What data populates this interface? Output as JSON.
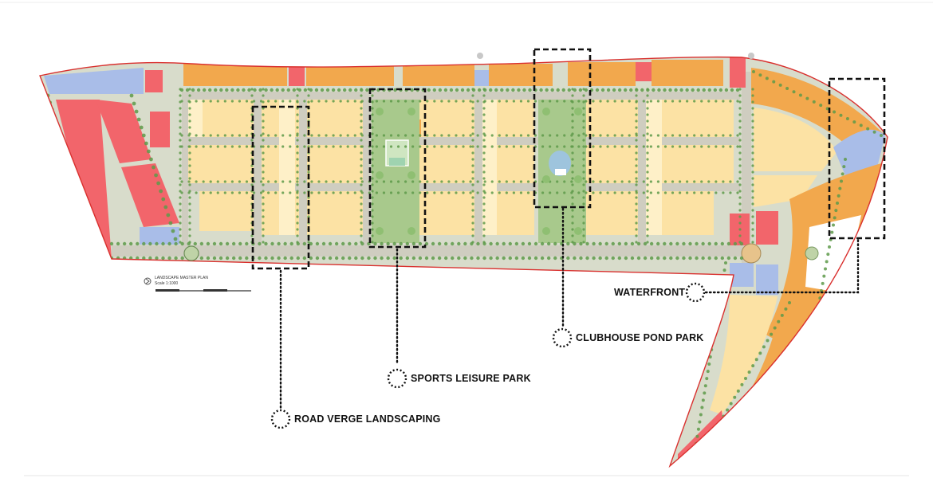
{
  "plan": {
    "legend_title": "LANDSCAPE MASTER PLAN",
    "legend_scale": "Scale 1:1000",
    "colors": {
      "residential_light": "#FCE2A4",
      "residential_pale": "#FEF0C8",
      "commercial_orange": "#F2A84D",
      "mixed_use_red": "#F2656B",
      "public_blue": "#A9BDE8",
      "roads": "#C8C6B8",
      "greenery": "#5E9A4A",
      "boundary": "#D9302E",
      "callout_line": "#111111"
    }
  },
  "callouts": [
    {
      "id": "road-verge",
      "label": "ROAD VERGE LANDSCAPING"
    },
    {
      "id": "sports-leisure",
      "label": "SPORTS LEISURE PARK"
    },
    {
      "id": "clubhouse-pond",
      "label": "CLUBHOUSE POND PARK"
    },
    {
      "id": "waterfront",
      "label": "WATERFRONT"
    }
  ]
}
